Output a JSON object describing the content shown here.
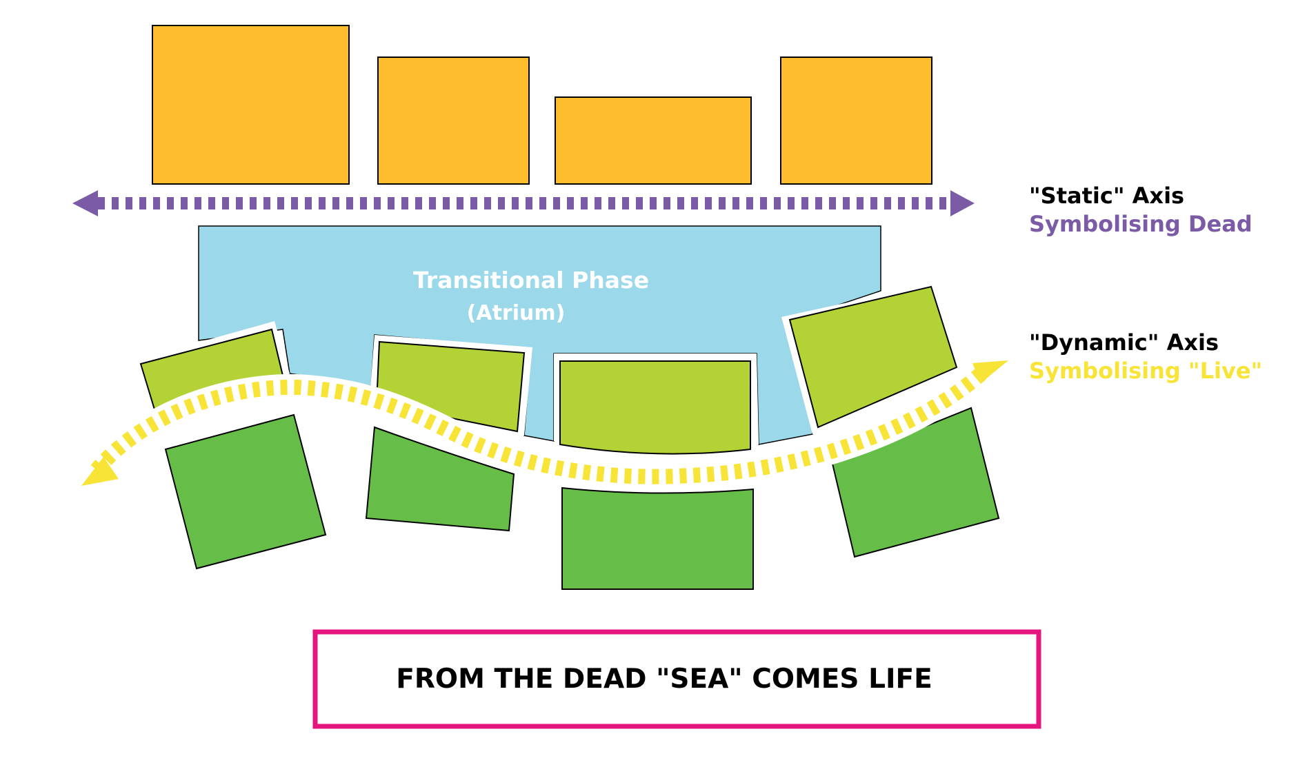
{
  "colors": {
    "static_block": "#FDBD2C",
    "atrium": "#9BD8EA",
    "light_green": "#B2D235",
    "dark_green": "#66BD48",
    "static_axis": "#7B5AA6",
    "dynamic_axis": "#F8E337",
    "tagline_border": "#E4157E",
    "outline": "#000000"
  },
  "atrium": {
    "title": "Transitional Phase",
    "subtitle": "(Atrium)"
  },
  "static_axis": {
    "title": "\"Static\" Axis",
    "subtitle": "Symbolising Dead"
  },
  "dynamic_axis": {
    "title": "\"Dynamic\" Axis",
    "subtitle": "Symbolising \"Live\""
  },
  "tagline": "FROM THE DEAD \"SEA\" COMES LIFE"
}
